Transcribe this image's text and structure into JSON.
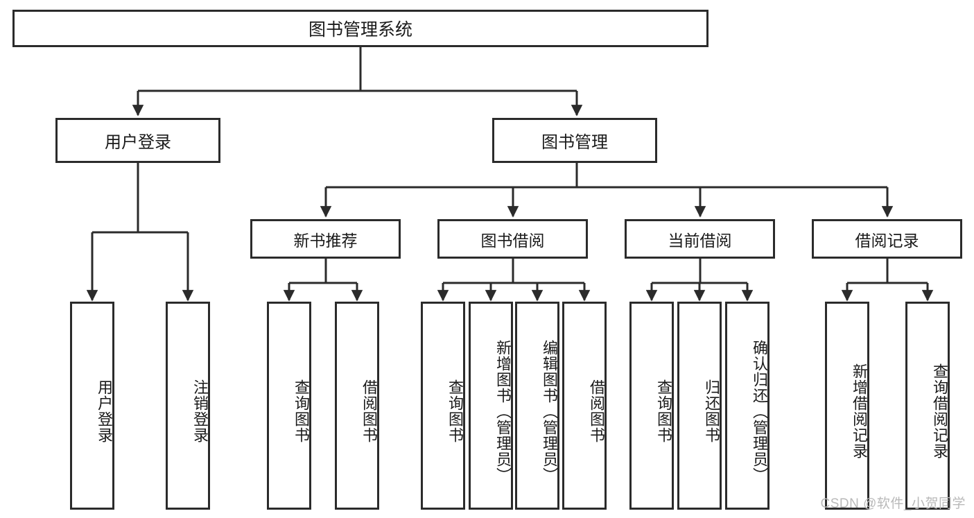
{
  "diagram": {
    "title_node": {
      "label": "图书管理系统"
    },
    "level1": [
      {
        "id": "user-login",
        "label": "用户登录"
      },
      {
        "id": "book-management",
        "label": "图书管理"
      }
    ],
    "level2": [
      {
        "id": "new-book-recommend",
        "label": "新书推荐"
      },
      {
        "id": "book-borrow",
        "label": "图书借阅"
      },
      {
        "id": "current-borrow",
        "label": "当前借阅"
      },
      {
        "id": "borrow-record",
        "label": "借阅记录"
      }
    ],
    "leaves": {
      "user_login": [
        {
          "id": "leaf-user-login",
          "label": "用户登录"
        },
        {
          "id": "leaf-logout-login",
          "label": "注销登录"
        }
      ],
      "new_book_recommend": [
        {
          "id": "leaf-query-book-1",
          "label": "查询图书"
        },
        {
          "id": "leaf-borrow-book-1",
          "label": "借阅图书"
        }
      ],
      "book_borrow": [
        {
          "id": "leaf-query-book-2",
          "label": "查询图书"
        },
        {
          "id": "leaf-add-book",
          "label": "新增图书（管理员）"
        },
        {
          "id": "leaf-edit-book",
          "label": "编辑图书（管理员）"
        },
        {
          "id": "leaf-borrow-book-2",
          "label": "借阅图书"
        }
      ],
      "current_borrow": [
        {
          "id": "leaf-query-book-3",
          "label": "查询图书"
        },
        {
          "id": "leaf-return-book",
          "label": "归还图书"
        },
        {
          "id": "leaf-confirm-return",
          "label": "确认归还（管理员）"
        }
      ],
      "borrow_record": [
        {
          "id": "leaf-add-record",
          "label": "新增借阅记录"
        },
        {
          "id": "leaf-query-record",
          "label": "查询借阅记录"
        }
      ]
    }
  },
  "watermark": {
    "text": "CSDN @软件_小贺同学"
  },
  "colors": {
    "line": "#2b2b2b",
    "box_border": "#2b2b2b",
    "box_fill": "#ffffff",
    "text": "#1a1a1a",
    "watermark": "#b9b9b9",
    "background": "#ffffff"
  }
}
